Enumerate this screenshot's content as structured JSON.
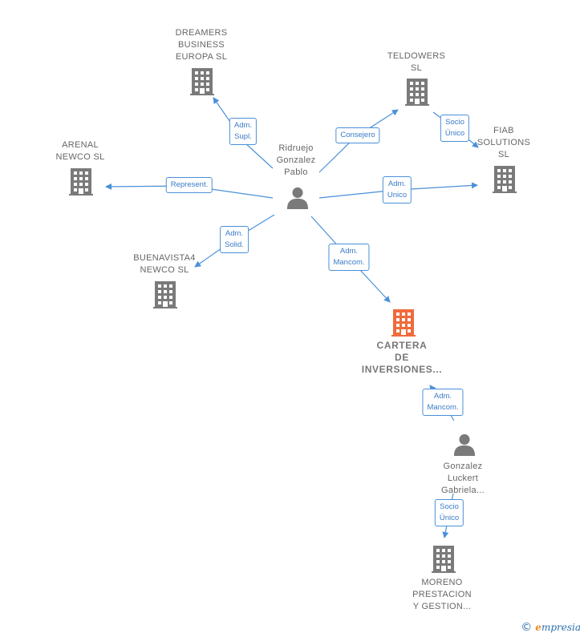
{
  "colors": {
    "edge": "#4a90d9",
    "building": "#7a7a7a",
    "building_focus": "#f06a3c",
    "person": "#7a7a7a"
  },
  "nodes": {
    "dreamers": {
      "label": "DREAMERS\nBUSINESS\nEUROPA  SL",
      "icon": "building-icon"
    },
    "teldowers": {
      "label": "TELDOWERS\nSL",
      "icon": "building-icon"
    },
    "arenal": {
      "label": "ARENAL\nNEWCO  SL",
      "icon": "building-icon"
    },
    "fiab": {
      "label": "FIAB\nSOLUTIONS\nSL",
      "icon": "building-icon"
    },
    "buenavista": {
      "label": "BUENAVISTA4\nNEWCO  SL",
      "icon": "building-icon"
    },
    "ridruejo": {
      "label": "Ridruejo\nGonzalez\nPablo",
      "icon": "person-icon"
    },
    "cartera": {
      "label": "CARTERA\nDE\nINVERSIONES...",
      "icon": "building-icon"
    },
    "gonzalez": {
      "label": "Gonzalez\nLuckert\nGabriela...",
      "icon": "person-icon"
    },
    "moreno": {
      "label": "MORENO\nPRESTACION\nY GESTION...",
      "icon": "building-icon"
    }
  },
  "edges": {
    "adm_supl": "Adm.\nSupl.",
    "consejero": "Consejero",
    "socio_unico_fiab": "Socio\nÚnico",
    "represent": "Represent.",
    "adm_unico": "Adm.\nUnico",
    "adm_solid": "Adm.\nSolid.",
    "adm_mancom_1": "Adm.\nMancom.",
    "adm_mancom_2": "Adm.\nMancom.",
    "socio_unico_moreno": "Socio\nÚnico"
  },
  "brand": {
    "copyright": "©",
    "name_initial": "e",
    "name_rest": "mpresia"
  }
}
